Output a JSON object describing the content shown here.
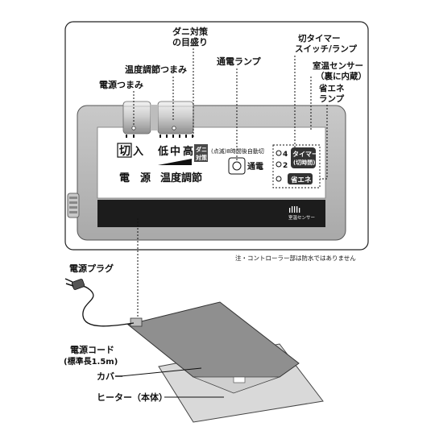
{
  "labels": {
    "dani_taisaku_line1": "ダニ対策",
    "dani_taisaku_line2": "の目盛り",
    "ondo_tsumami": "温度調節つまみ",
    "dengen_tsumami": "電源つまみ",
    "tsuuden_lamp": "通電ランプ",
    "kiri_timer_line1": "切タイマー",
    "kiri_timer_line2": "スイッチ/ランプ",
    "shitsuon_sensor_line1": "室温センサー",
    "shitsuon_sensor_line2": "（裏に内蔵）",
    "shoene_lamp_line1": "省エネ",
    "shoene_lamp_line2": "ランプ",
    "note": "注・コントローラー部は防水ではありません",
    "dengen_plug": "電源プラグ",
    "dengen_cord_line1": "電源コード",
    "dengen_cord_line2": "(標準長1.5m)",
    "cover": "カバー",
    "heater": "ヒーター（本体）"
  },
  "panel": {
    "kiri": "切",
    "iri": "入",
    "dengen": "電　源",
    "low": "低",
    "mid": "中",
    "high": "高",
    "dani_box_line1": "ダニ",
    "dani_box_line2": "対策",
    "ondo_chousetsu": "温度調節",
    "blink_note": "(点滅)8時間後自動切",
    "tsuuden": "通電",
    "timer_4": "4",
    "timer_2": "2",
    "timer_box_line1": "タイマー",
    "timer_box_line2": "(切時間)",
    "shoene_box": "省エネ",
    "sensor_label": "室温センサー"
  },
  "colors": {
    "body": "#b9b9b9",
    "face": "#ffffff",
    "strip": "#1c1c1c",
    "knob": "#cfcfcf",
    "heater": "#d9d9d9",
    "cover": "#8f8f8f"
  }
}
